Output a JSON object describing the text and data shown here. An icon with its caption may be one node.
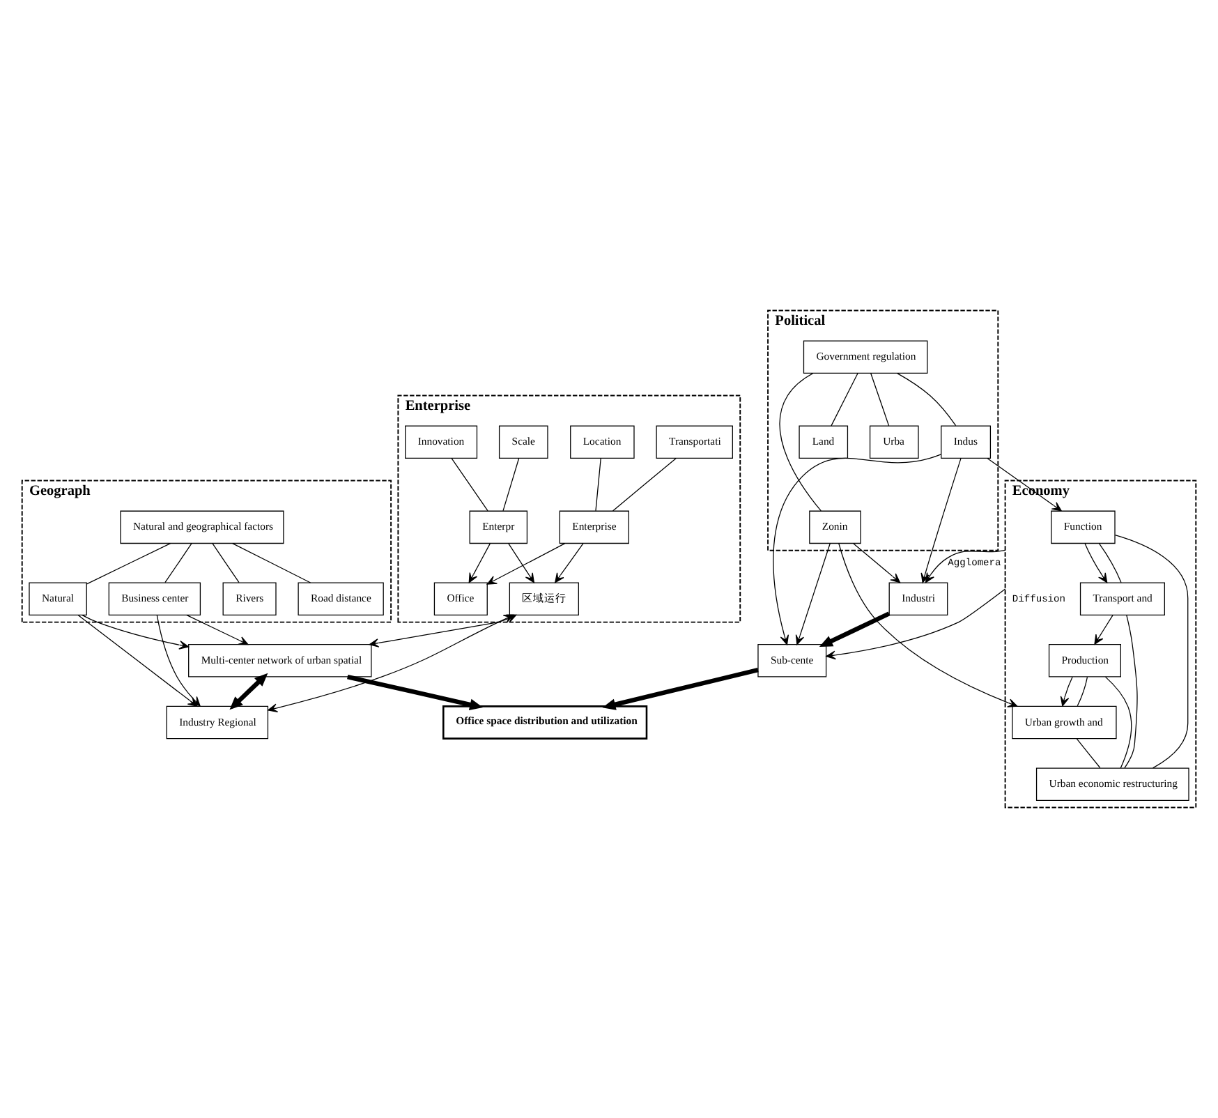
{
  "diagram": {
    "nodes": [
      {
        "text": [
          "Political"
        ]
      },
      {
        "text": [
          "Government regulation"
        ],
        "in": 0
      },
      {
        "text": [
          "Indus"
        ],
        "in": 0
      },
      {
        "text": [
          "Land"
        ],
        "in": 0
      },
      {
        "text": [
          "Urba"
        ],
        "in": 0
      },
      {
        "text": [
          "Zonin"
        ],
        "in": 0
      },
      {
        "text": [
          "Industri"
        ]
      },
      {
        "text": [
          "Sub-cente"
        ]
      },
      {
        "text": [
          "Economy"
        ]
      },
      {
        "text": [
          "Function"
        ],
        "in": 8
      },
      {
        "text": [
          "Transport and"
        ],
        "in": 8
      },
      {
        "text": [
          "Production"
        ],
        "in": 8
      },
      {
        "text": [
          "Urban growth and"
        ],
        "in": 8
      },
      {
        "text": [
          "Urban economic restructuring"
        ],
        "in": 8
      },
      {
        "text": [
          "Office space distribution and utilization"
        ]
      },
      {
        "text": [
          "Geograph"
        ]
      },
      {
        "text": [
          "Natural and geographical factors"
        ],
        "in": 15
      },
      {
        "text": [
          "Business center"
        ],
        "in": 15
      },
      {
        "text": [
          "Rivers"
        ],
        "in": 15
      },
      {
        "text": [
          "Road distance"
        ],
        "in": 15
      },
      {
        "text": [
          "Natural"
        ],
        "in": 15
      },
      {
        "text": [
          "Multi-center network of urban spatial"
        ]
      },
      {
        "text": [
          "Industry Regional"
        ]
      },
      {
        "text": [
          "Enterprise"
        ]
      },
      {
        "text": [
          "Scale"
        ],
        "in": 23
      },
      {
        "text": [
          "Innovation"
        ],
        "in": 23
      },
      {
        "text": [
          "Enterpr"
        ],
        "in": 23
      },
      {
        "text": [
          "区域运行"
        ],
        "in": 23
      },
      {
        "text": [
          "Office"
        ],
        "in": 23
      },
      {
        "text": [
          "Enterprise"
        ],
        "in": 23
      },
      {
        "text": [
          "Transportati"
        ],
        "in": 23
      },
      {
        "text": [
          "Location"
        ],
        "in": 23
      }
    ],
    "edges": [
      {
        "from": 1,
        "to": 2,
        "arrow": "none"
      },
      {
        "from": 1,
        "to": 3,
        "arrow": "none"
      },
      {
        "from": 1,
        "to": 4,
        "arrow": "none"
      },
      {
        "from": 1,
        "to": 5,
        "arrow": "none"
      },
      {
        "from": 2,
        "to": 6,
        "arrow": "to"
      },
      {
        "from": 2,
        "to": 7,
        "arrow": "to"
      },
      {
        "from": 5,
        "to": 6,
        "arrow": "to"
      },
      {
        "from": 5,
        "to": 7,
        "arrow": "to"
      },
      {
        "from": 2,
        "to": 9,
        "arrow": "to"
      },
      {
        "from": 5,
        "to": 12,
        "arrow": "to"
      },
      {
        "from": 6,
        "to": 7,
        "arrow": "to",
        "style": "thick"
      },
      {
        "from": 7,
        "to": 14,
        "arrow": "to",
        "style": "thick"
      },
      {
        "from": 8,
        "to": 6,
        "arrow": "to",
        "label": "Agglomera"
      },
      {
        "from": 8,
        "to": 7,
        "arrow": "to",
        "label": "Diffusion"
      },
      {
        "from": 9,
        "to": 10,
        "arrow": "to"
      },
      {
        "from": 10,
        "to": 11,
        "arrow": "to"
      },
      {
        "from": 11,
        "to": 12,
        "arrow": "to"
      },
      {
        "from": 9,
        "to": 10,
        "arrow": "none"
      },
      {
        "from": 11,
        "to": 12,
        "arrow": "none"
      },
      {
        "from": 9,
        "to": 13,
        "arrow": "none"
      },
      {
        "from": 10,
        "to": 13,
        "arrow": "none"
      },
      {
        "from": 11,
        "to": 13,
        "arrow": "none"
      },
      {
        "from": 12,
        "to": 13,
        "arrow": "none"
      },
      {
        "from": 16,
        "to": 17,
        "arrow": "none"
      },
      {
        "from": 16,
        "to": 18,
        "arrow": "none"
      },
      {
        "from": 16,
        "to": 19,
        "arrow": "none"
      },
      {
        "from": 16,
        "to": 20,
        "arrow": "none"
      },
      {
        "from": 17,
        "to": 21,
        "arrow": "to"
      },
      {
        "from": 17,
        "to": 22,
        "arrow": "to"
      },
      {
        "from": 20,
        "to": 21,
        "arrow": "to"
      },
      {
        "from": 20,
        "to": 22,
        "arrow": "to"
      },
      {
        "from": 21,
        "to": 14,
        "arrow": "to",
        "style": "thick"
      },
      {
        "from": 21,
        "to": 22,
        "arrow": "both",
        "style": "thick"
      },
      {
        "from": 24,
        "to": 26,
        "arrow": "none"
      },
      {
        "from": 25,
        "to": 26,
        "arrow": "none"
      },
      {
        "from": 26,
        "to": 28,
        "arrow": "to"
      },
      {
        "from": 26,
        "to": 27,
        "arrow": "to"
      },
      {
        "from": 27,
        "to": 21,
        "arrow": "both"
      },
      {
        "from": 27,
        "to": 22,
        "arrow": "both"
      },
      {
        "from": 29,
        "to": 28,
        "arrow": "to"
      },
      {
        "from": 29,
        "to": 27,
        "arrow": "to"
      },
      {
        "from": 30,
        "to": 29,
        "arrow": "none"
      },
      {
        "from": 31,
        "to": 29,
        "arrow": "none"
      }
    ]
  }
}
